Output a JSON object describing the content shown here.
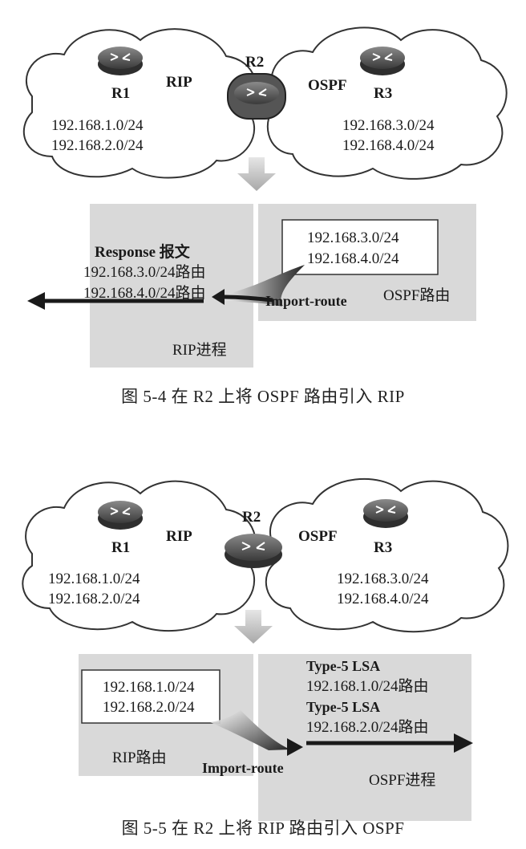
{
  "figure_5_4": {
    "top": {
      "r1_label": "R1",
      "r2_label": "R2",
      "r3_label": "R3",
      "left_protocol": "RIP",
      "right_protocol": "OSPF",
      "left_networks": [
        "192.168.1.0/24",
        "192.168.2.0/24"
      ],
      "right_networks": [
        "192.168.3.0/24",
        "192.168.4.0/24"
      ]
    },
    "bottom": {
      "box_routes": [
        "192.168.3.0/24",
        "192.168.4.0/24"
      ],
      "message_title": "Response 报文",
      "message_routes": [
        "192.168.3.0/24路由",
        "192.168.4.0/24路由"
      ],
      "import_label": "Import-route",
      "source_label": "OSPF路由",
      "process_label": "RIP进程"
    },
    "caption": "图 5-4   在 R2 上将 OSPF 路由引入 RIP"
  },
  "figure_5_5": {
    "top": {
      "r1_label": "R1",
      "r2_label": "R2",
      "r3_label": "R3",
      "left_protocol": "RIP",
      "right_protocol": "OSPF",
      "left_networks": [
        "192.168.1.0/24",
        "192.168.2.0/24"
      ],
      "right_networks": [
        "192.168.3.0/24",
        "192.168.4.0/24"
      ]
    },
    "bottom": {
      "box_routes": [
        "192.168.1.0/24",
        "192.168.2.0/24"
      ],
      "lsa_title_1": "Type-5 LSA",
      "lsa_route_1": "192.168.1.0/24路由",
      "lsa_title_2": "Type-5 LSA",
      "lsa_route_2": "192.168.2.0/24路由",
      "import_label": "Import-route",
      "source_label": "RIP路由",
      "process_label": "OSPF进程"
    },
    "caption": "图 5-5   在 R2 上将 RIP 路由引入 OSPF"
  },
  "colors": {
    "panel": "#d9d9d9",
    "router_body": "#4a4a4a",
    "arrow": "#1a1a1a",
    "down_arrow": "#b8b8b8"
  }
}
